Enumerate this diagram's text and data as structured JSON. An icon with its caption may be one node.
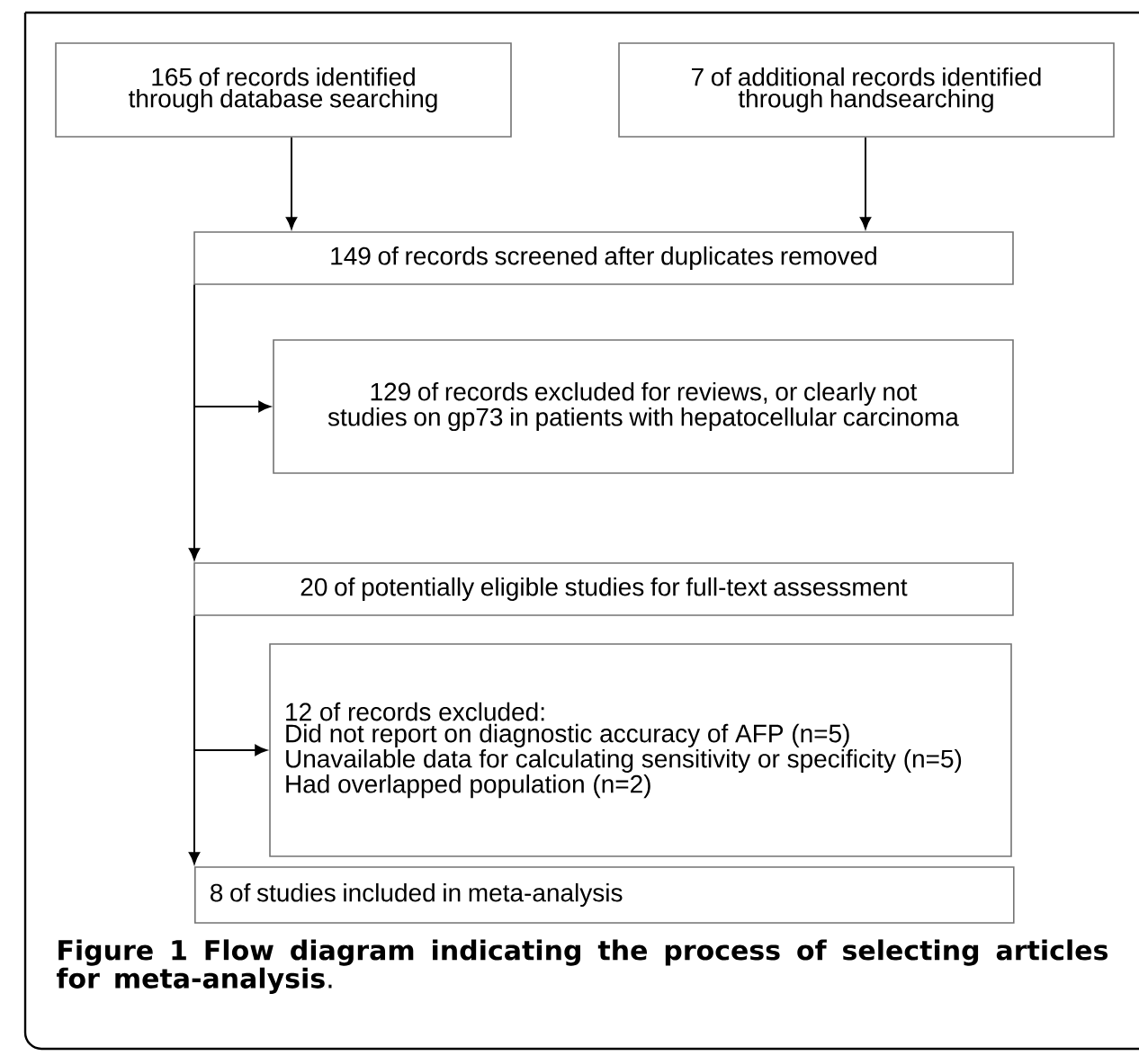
{
  "diagram": {
    "caption": "**Figure 1 Flow diagram indicating the process of selecting articles for meta-analysis**.",
    "nodes": [
      {
        "text": [
          "165 of records identified through database searching"
        ]
      },
      {
        "text": [
          "7 of additional records identified through handsearching"
        ]
      },
      {
        "text": [
          "149 of records screened after duplicates removed"
        ]
      },
      {
        "text": [
          "129 of records excluded for reviews, or clearly not studies on gp73 in patients with hepatocellular carcinoma"
        ]
      },
      {
        "text": [
          "20 of potentially eligible studies for full-text assessment"
        ]
      },
      {
        "text": [
          "12 of records excluded:",
          "Did not report on diagnostic accuracy of AFP (n=5)",
          "Unavailable data for calculating sensitivity or specificity (n=5)",
          "Had overlapped population (n=2)"
        ]
      },
      {
        "text": [
          "8 of studies included in meta-analysis"
        ]
      }
    ],
    "edges": [
      {
        "from": 0,
        "to": 2,
        "arrow": "to"
      },
      {
        "from": 1,
        "to": 2,
        "arrow": "to"
      },
      {
        "from": 2,
        "to": 3,
        "arrow": "to"
      },
      {
        "from": 2,
        "to": 4,
        "arrow": "to"
      },
      {
        "from": 4,
        "to": 5,
        "arrow": "to"
      },
      {
        "from": 4,
        "to": 6,
        "arrow": "to"
      }
    ]
  }
}
